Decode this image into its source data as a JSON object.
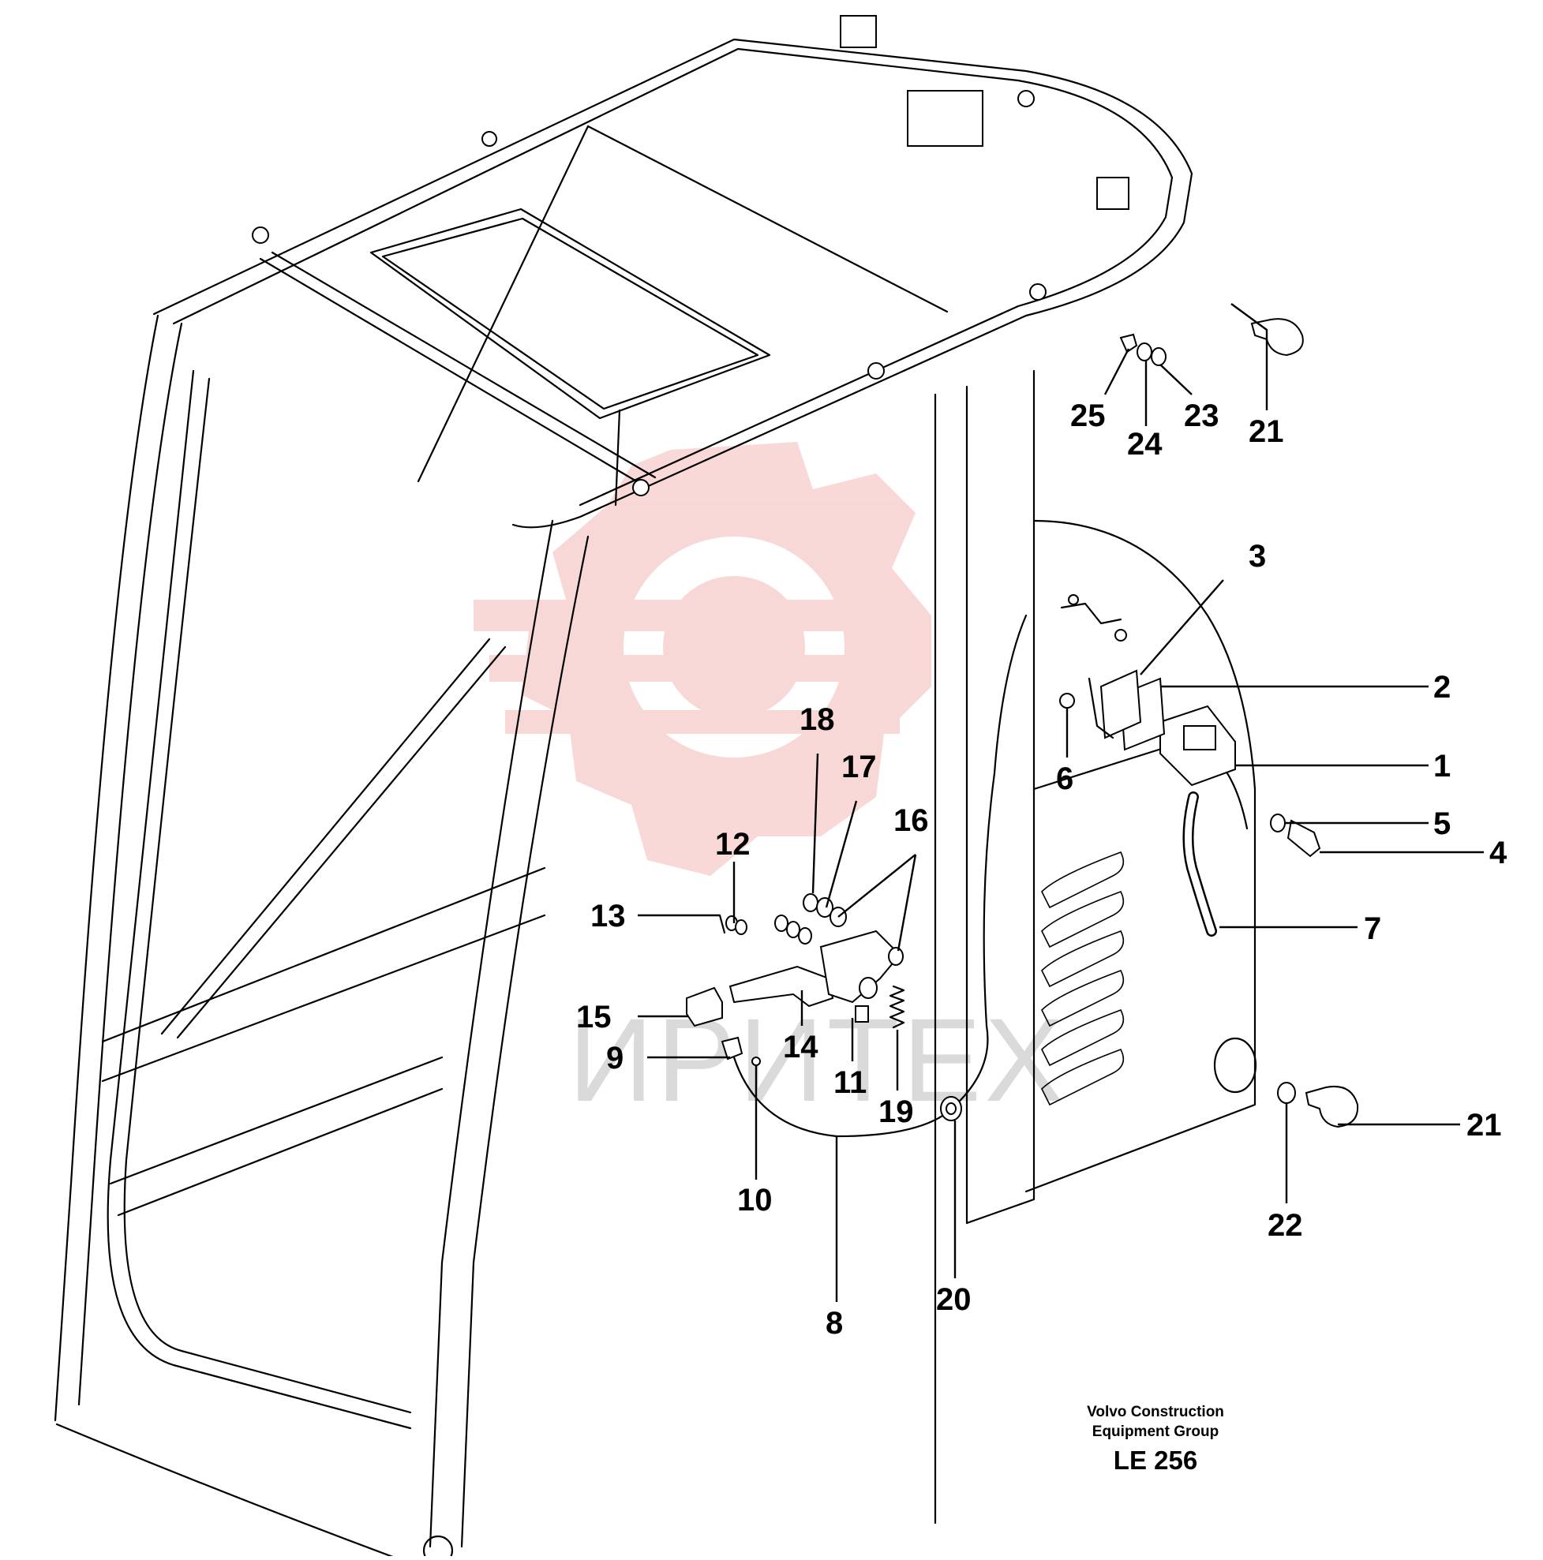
{
  "diagram": {
    "callouts": [
      {
        "id": "c1",
        "label": "1"
      },
      {
        "id": "c2",
        "label": "2"
      },
      {
        "id": "c3",
        "label": "3"
      },
      {
        "id": "c4",
        "label": "4"
      },
      {
        "id": "c5",
        "label": "5"
      },
      {
        "id": "c6",
        "label": "6"
      },
      {
        "id": "c7",
        "label": "7"
      },
      {
        "id": "c8",
        "label": "8"
      },
      {
        "id": "c9",
        "label": "9"
      },
      {
        "id": "c10",
        "label": "10"
      },
      {
        "id": "c11",
        "label": "11"
      },
      {
        "id": "c12",
        "label": "12"
      },
      {
        "id": "c13",
        "label": "13"
      },
      {
        "id": "c14",
        "label": "14"
      },
      {
        "id": "c15",
        "label": "15"
      },
      {
        "id": "c16",
        "label": "16"
      },
      {
        "id": "c17",
        "label": "17"
      },
      {
        "id": "c18",
        "label": "18"
      },
      {
        "id": "c19",
        "label": "19"
      },
      {
        "id": "c20",
        "label": "20"
      },
      {
        "id": "c21a",
        "label": "21"
      },
      {
        "id": "c21b",
        "label": "21"
      },
      {
        "id": "c22",
        "label": "22"
      },
      {
        "id": "c23",
        "label": "23"
      },
      {
        "id": "c24",
        "label": "24"
      },
      {
        "id": "c25",
        "label": "25"
      }
    ],
    "caption_line1": "Volvo Construction",
    "caption_line2": "Equipment Group",
    "drawing_code": "LE 256",
    "watermark_text": "ИРИТЕХ",
    "colors": {
      "line": "#000000",
      "watermark_logo": "#f2b4b4",
      "watermark_text": "#dadada",
      "background": "#ffffff"
    }
  }
}
